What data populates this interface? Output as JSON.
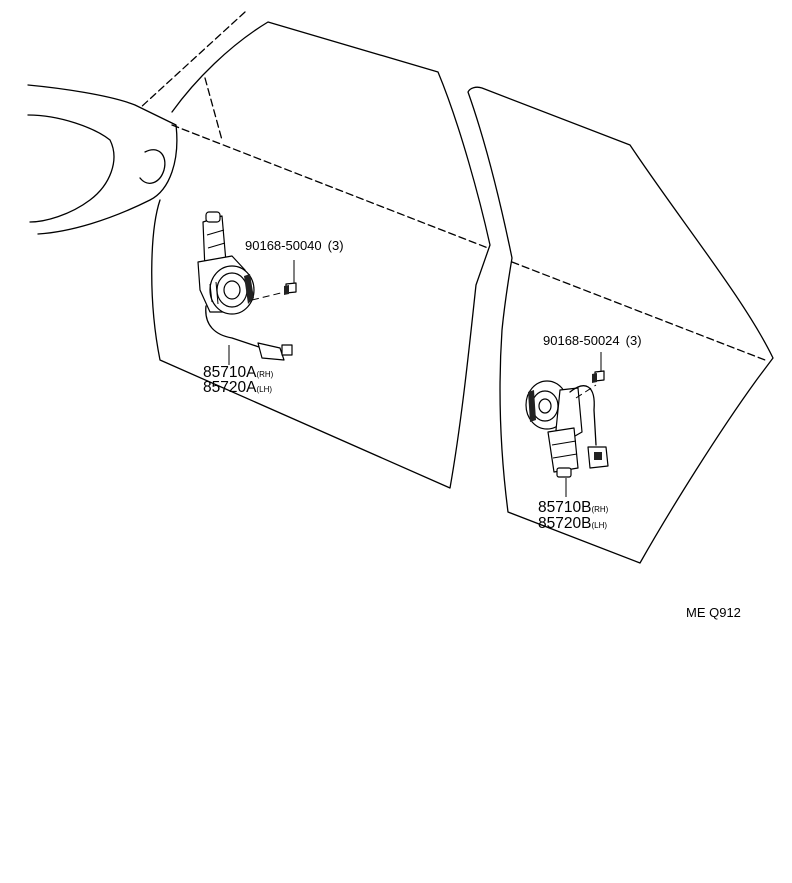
{
  "front_screw": {
    "part_no": "90168-50040",
    "qty": "(3)"
  },
  "front_motor": {
    "rh_no": "85710A",
    "rh_side": "(RH)",
    "lh_no": "85720A",
    "lh_side": "(LH)"
  },
  "rear_screw": {
    "part_no": "90168-50024",
    "qty": "(3)"
  },
  "rear_motor": {
    "rh_no": "85710B",
    "rh_side": "(RH)",
    "lh_no": "85720B",
    "lh_side": "(LH)"
  },
  "illustration_code": "ME Q912"
}
